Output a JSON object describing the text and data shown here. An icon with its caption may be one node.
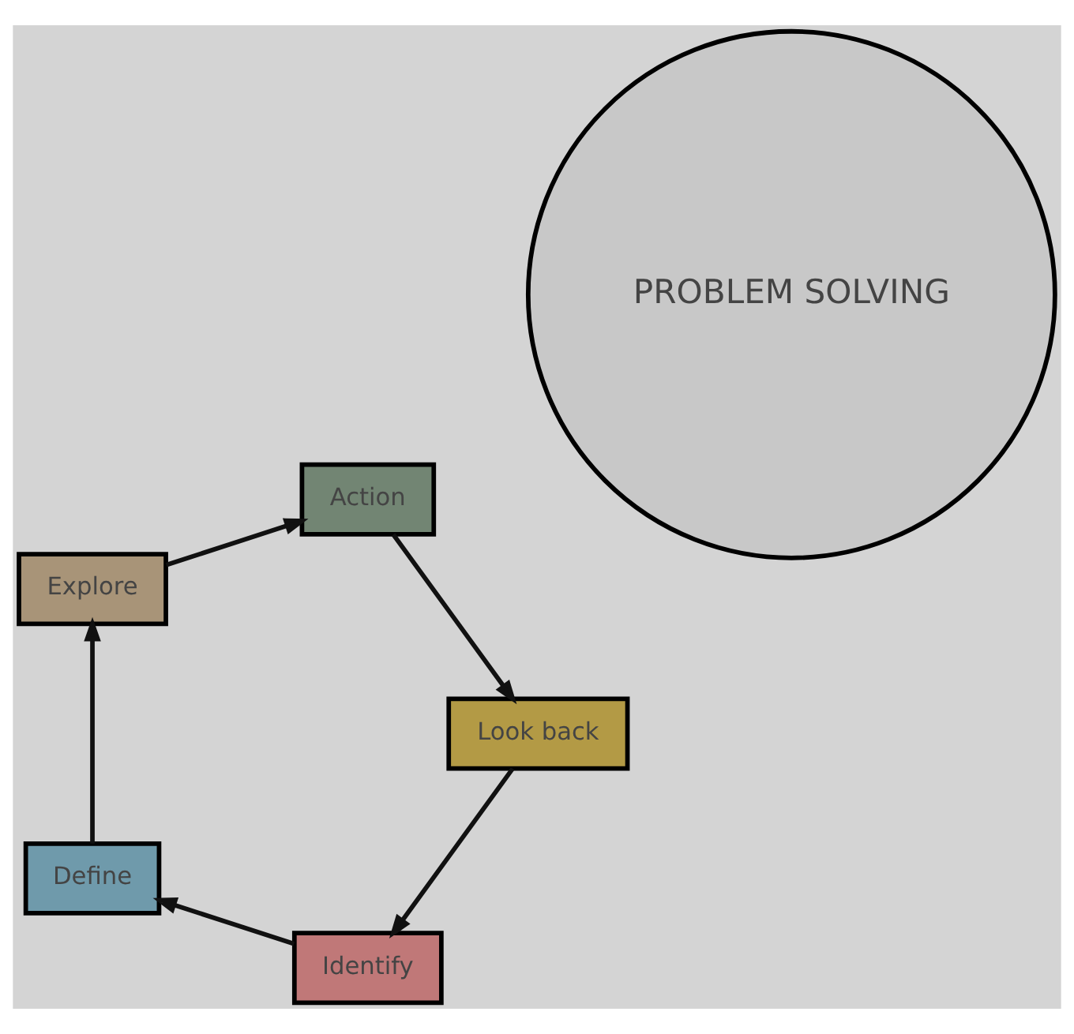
{
  "diagram": {
    "nodes": [
      {
        "text": [
          "PROBLEM SOLVING"
        ]
      },
      {
        "text": [
          "Identify"
        ]
      },
      {
        "text": [
          "Define"
        ]
      },
      {
        "text": [
          "Explore"
        ]
      },
      {
        "text": [
          "Action"
        ]
      },
      {
        "text": [
          "Look back"
        ]
      }
    ],
    "edges": [
      {
        "from": 1,
        "to": 2,
        "arrow": "to"
      },
      {
        "from": 2,
        "to": 3,
        "arrow": "to"
      },
      {
        "from": 3,
        "to": 4,
        "arrow": "to"
      },
      {
        "from": 4,
        "to": 5,
        "arrow": "to"
      },
      {
        "from": 5,
        "to": 1,
        "arrow": "to"
      }
    ]
  }
}
